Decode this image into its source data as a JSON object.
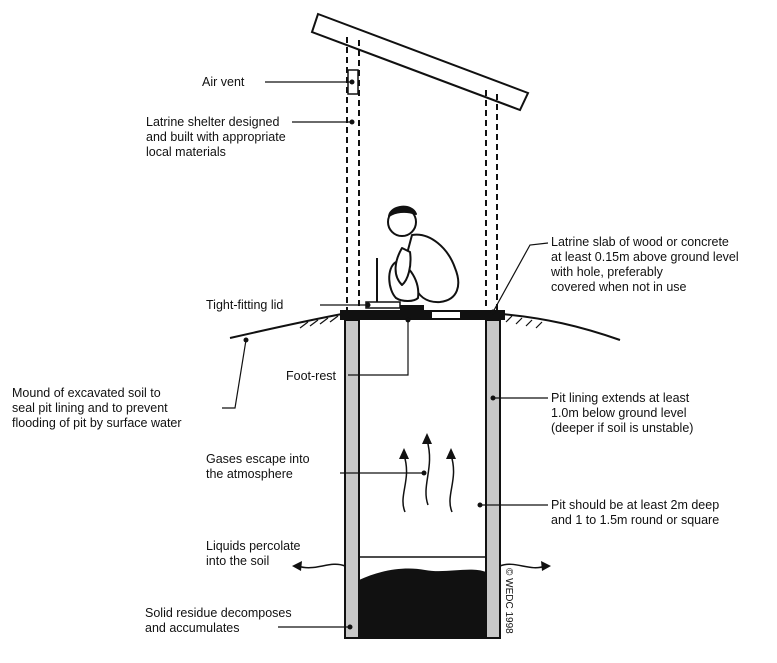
{
  "diagram": {
    "labels": {
      "air_vent": [
        "Air vent"
      ],
      "shelter": [
        "Latrine shelter designed",
        "and built with appropriate",
        "local materials"
      ],
      "slab": [
        "Latrine slab of wood or concrete",
        "at least 0.15m above ground level",
        "with hole, preferably",
        "covered when not in use"
      ],
      "lid": [
        "Tight-fitting lid"
      ],
      "foot_rest": [
        "Foot-rest"
      ],
      "mound": [
        "Mound of excavated soil to",
        "seal pit lining and to prevent",
        "flooding of pit by surface water"
      ],
      "lining": [
        "Pit lining extends at least",
        "1.0m below ground level",
        "(deeper if soil is unstable)"
      ],
      "gases": [
        "Gases escape into",
        "the atmosphere"
      ],
      "pit_size": [
        "Pit should be at least 2m deep",
        "and 1 to 1.5m round or square"
      ],
      "liquids": [
        "Liquids percolate",
        "into the soil"
      ],
      "solids": [
        "Solid residue decomposes",
        "and accumulates"
      ]
    },
    "copyright": "© WEDC 1998"
  }
}
